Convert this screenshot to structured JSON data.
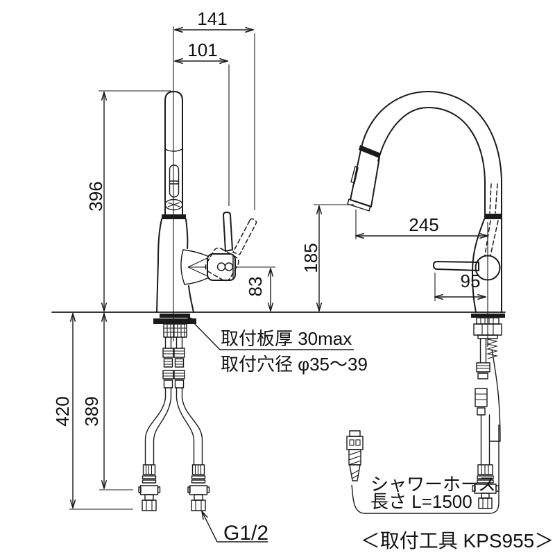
{
  "colors": {
    "line": "#1a1a1a",
    "background": "#ffffff"
  },
  "front_view": {
    "dim_width_total": "141",
    "dim_width_spout": "101",
    "dim_height_spout": "396",
    "dim_handle_height": "83",
    "dim_under_total": "420",
    "dim_under_hose": "389",
    "note_plate": "取付板厚 30max",
    "note_hole": "取付穴径 φ35〜39",
    "note_thread": "G1/2"
  },
  "side_view": {
    "dim_spout_reach": "245",
    "dim_spout_height": "185",
    "dim_handle_reach": "95",
    "note_hose_line1": "シャワーホース",
    "note_hose_line2": "長さ L=1500",
    "note_tool": "＜取付工具 KPS955＞"
  }
}
